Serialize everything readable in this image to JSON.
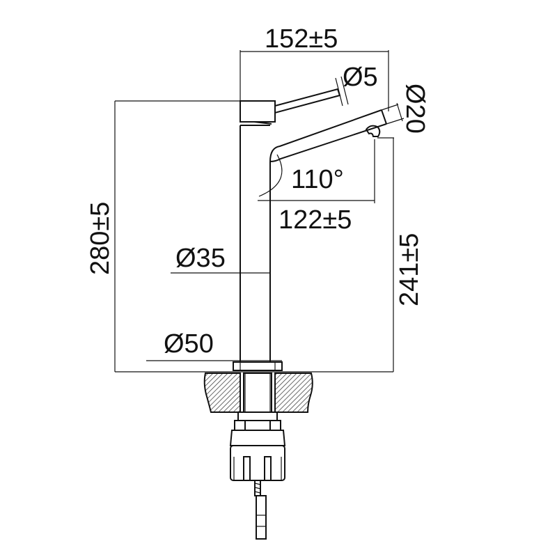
{
  "dimensions": {
    "overall_width": "152±5",
    "handle_diameter": "Ø5",
    "spout_diameter": "Ø20",
    "swivel_angle": "110°",
    "spout_reach": "122±5",
    "overall_height": "280±5",
    "body_diameter": "Ø35",
    "spout_height": "241±5",
    "base_diameter": "Ø50"
  },
  "colors": {
    "line": "#111111",
    "background": "#ffffff",
    "hatch": "#444444"
  }
}
